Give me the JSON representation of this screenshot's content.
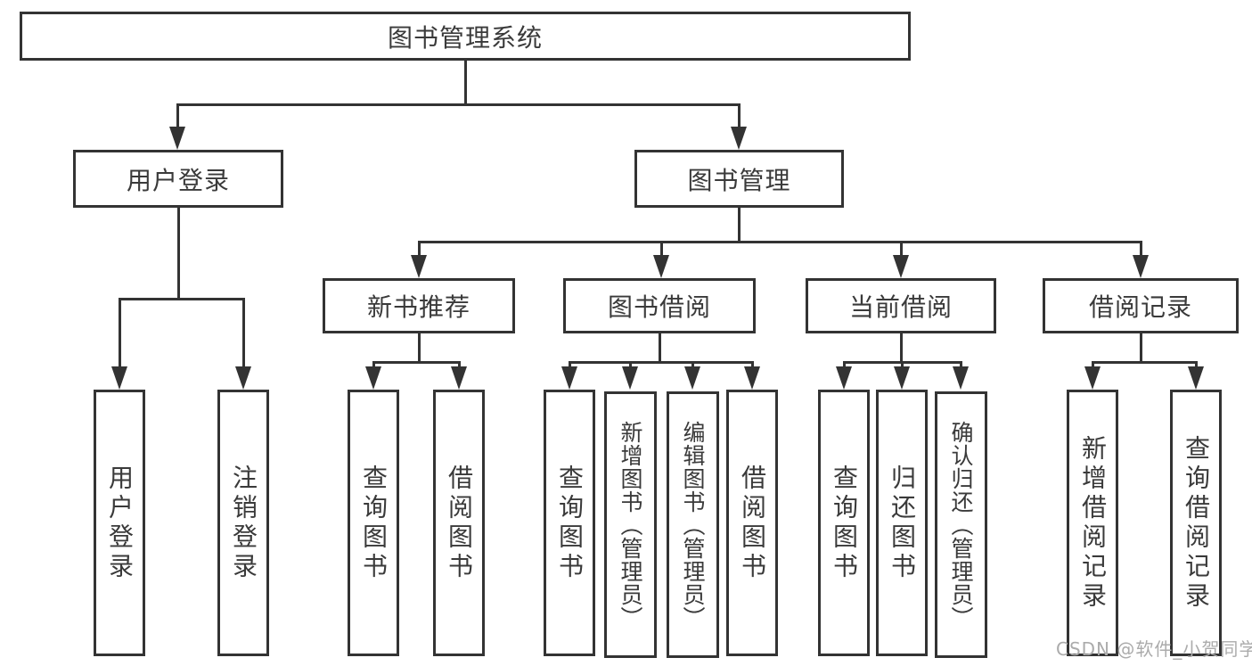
{
  "diagram": {
    "root": {
      "label": "图书管理系统"
    },
    "level2": [
      {
        "label": "用户登录"
      },
      {
        "label": "图书管理"
      }
    ],
    "level3": [
      {
        "label": "新书推荐"
      },
      {
        "label": "图书借阅"
      },
      {
        "label": "当前借阅"
      },
      {
        "label": "借阅记录"
      }
    ],
    "leaves": {
      "user_login": [
        {
          "label": "用户登录"
        },
        {
          "label": "注销登录"
        }
      ],
      "new_book": [
        {
          "label": "查询图书"
        },
        {
          "label": "借阅图书"
        }
      ],
      "book_borrow": [
        {
          "label": "查询图书"
        },
        {
          "label": "新增图书（管理员）"
        },
        {
          "label": "编辑图书（管理员）"
        },
        {
          "label": "借阅图书"
        }
      ],
      "current_borrow": [
        {
          "label": "查询图书"
        },
        {
          "label": "归还图书"
        },
        {
          "label": "确认归还（管理员）"
        }
      ],
      "borrow_record": [
        {
          "label": "新增借阅记录"
        },
        {
          "label": "查询借阅记录"
        }
      ]
    },
    "watermark": "CSDN @软件_小贺同学",
    "colors": {
      "line": "#333333",
      "box_border": "#333333",
      "text": "#3a3a3a",
      "watermark": "#ababab",
      "background": "#ffffff"
    }
  }
}
